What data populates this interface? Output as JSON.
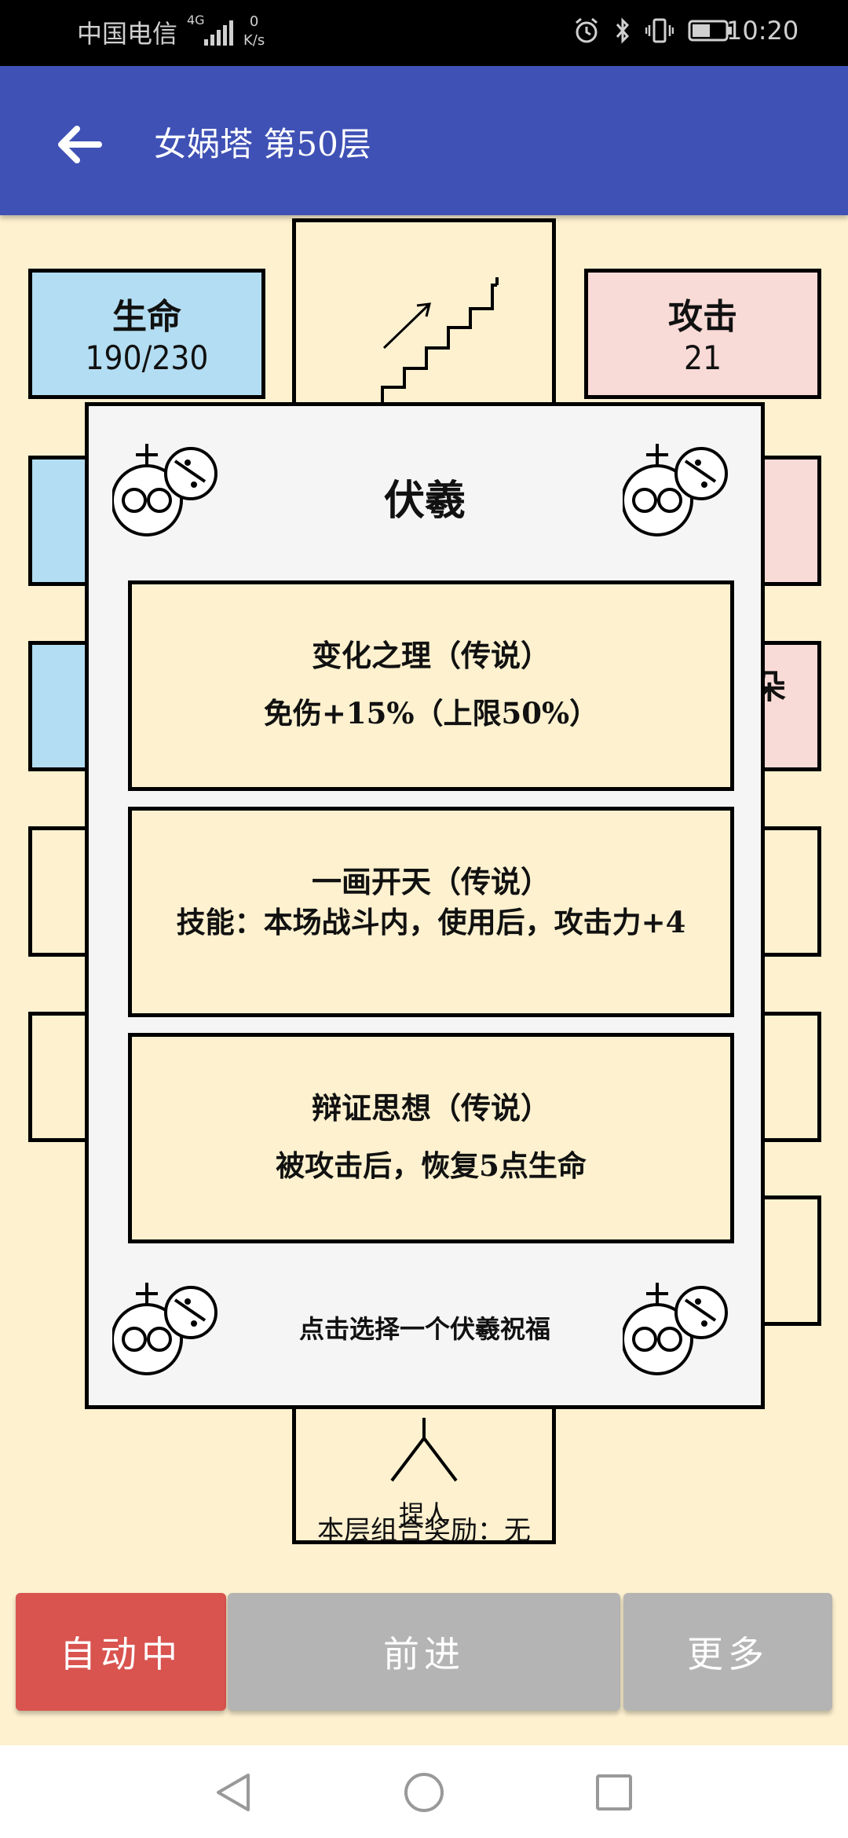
{
  "status_bar": {
    "carrier": "中国电信",
    "network": "4G",
    "speed_value": "0",
    "speed_unit": "K/s",
    "time": "10:20"
  },
  "app_bar": {
    "title": "女娲塔 第50层"
  },
  "stats": {
    "hp_label": "生命",
    "hp_value": "190/230",
    "atk_label": "攻击",
    "atk_value": "21",
    "partial_glyph": "朵"
  },
  "board": {
    "bottom_cell_top_text": "捏人",
    "reward_text": "本层组合奖励：无"
  },
  "dialog": {
    "title": "伏羲",
    "options": [
      {
        "name": "变化之理（传说）",
        "desc": "免伤+15%（上限50%）"
      },
      {
        "name": "一画开天（传说）",
        "desc": "技能：本场战斗内，使用后，攻击力+4"
      },
      {
        "name": "辩证思想（传说）",
        "desc": "被攻击后，恢复5点生命"
      }
    ],
    "footer": "点击选择一个伏羲祝福"
  },
  "buttons": {
    "auto": "自动中",
    "forward": "前进",
    "more": "更多"
  },
  "colors": {
    "app_bar": "#3f51b5",
    "board_bg": "#fdf1cf",
    "hp_cell": "#b3ddf2",
    "atk_cell": "#f8dad6",
    "auto_button": "#d9534f",
    "inactive_button": "#b4b4b4"
  }
}
